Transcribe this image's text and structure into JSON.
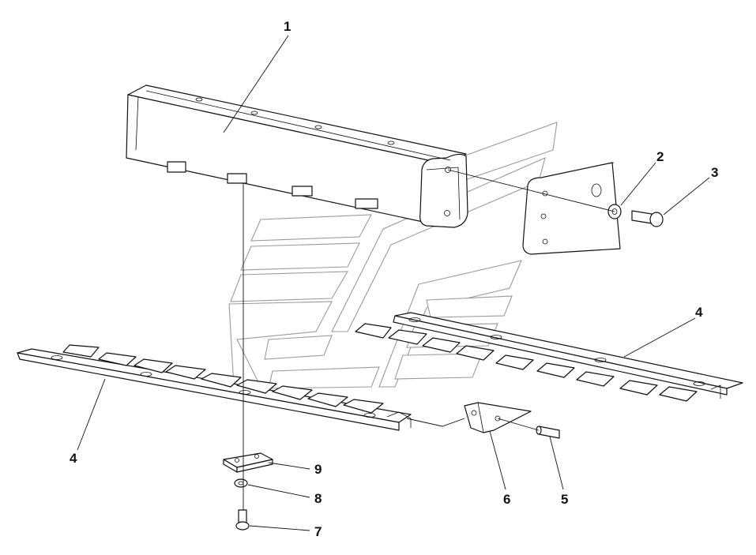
{
  "diagram": {
    "callouts": [
      {
        "id": "c1",
        "label": "1"
      },
      {
        "id": "c2",
        "label": "2"
      },
      {
        "id": "c3",
        "label": "3"
      },
      {
        "id": "c4a",
        "label": "4"
      },
      {
        "id": "c4b",
        "label": "4"
      },
      {
        "id": "c5",
        "label": "5"
      },
      {
        "id": "c6",
        "label": "6"
      },
      {
        "id": "c7",
        "label": "7"
      },
      {
        "id": "c8",
        "label": "8"
      },
      {
        "id": "c9",
        "label": "9"
      }
    ]
  },
  "colors": {
    "line": "#111111",
    "watermark": "#9a9a9a",
    "background": "#ffffff"
  }
}
